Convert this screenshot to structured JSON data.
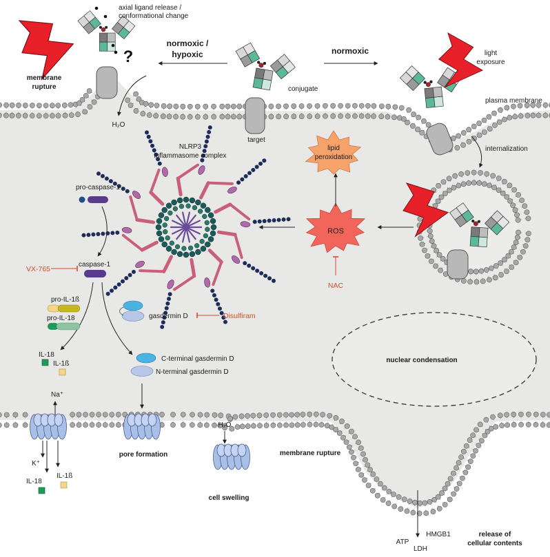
{
  "labels": {
    "axial_ligand": [
      "axial ligand release /",
      "conformational change"
    ],
    "normoxic_hypoxic": [
      "normoxic /",
      "hypoxic"
    ],
    "normoxic": "normoxic",
    "light_exposure": [
      "light",
      "exposure"
    ],
    "membrane_rupture_top": [
      "membrane",
      "rupture"
    ],
    "question": "?",
    "conjugate": "conjugate",
    "target": "target",
    "plasma_membrane": "plasma membrane",
    "water_top": "H₂O",
    "nlrp3": [
      "NLRP3",
      "inflammasome complex"
    ],
    "lipid_peroxidation": [
      "lipid",
      "peroxidation"
    ],
    "internalization": "internalization",
    "pro_caspase": "pro-caspase-1",
    "ros": "ROS",
    "vx765": "VX-765",
    "caspase": "caspase-1",
    "nac": "NAC",
    "pro_il1b": "pro-IL-1ß",
    "pro_il18": "pro-IL-18",
    "gasdermin_d": "gasdermin D",
    "disulfiram": "Disulfiram",
    "il18": "IL-18",
    "il1b": "IL-1ß",
    "c_terminal": "C-terminal gasdermin D",
    "n_terminal": "N-terminal gasdermin D",
    "nuclear_condensation": "nuclear condensation",
    "na": "Na⁺",
    "k": "K⁺",
    "il18_out": "IL-18",
    "il1b_out": "IL-1ß",
    "pore_formation": "pore formation",
    "water_bottom": "H₂O",
    "cell_swelling": "cell swelling",
    "membrane_rupture_bottom": "membrane rupture",
    "atp": "ATP",
    "hmgb1": "HMGB1",
    "ldh": "LDH",
    "release": [
      "release of",
      "cellular contents"
    ]
  },
  "colors": {
    "cytoplasm": "#e8e8e6",
    "lipid_head": "#a8a8a8",
    "antibody_green": "#5bb89a",
    "antibody_gray": "#8a8a8a",
    "lightning_red": "#e8202a",
    "ros_fill": "#f2655a",
    "lipid_perox_fill": "#f5a36b",
    "inhibitor_red": "#e0452b",
    "caspase_purple": "#5a3a8a",
    "gsdm_blue": "#4bb3e0",
    "gsdm_lavender": "#b8c6e8",
    "il18_green": "#1e9a5a",
    "il1b_yellow": "#f5d58a",
    "pro_il1b_olive": "#c8b820",
    "pore_blue": "#a8bfe8",
    "nlrp3_pink": "#c9607a",
    "nlrp3_dots": "#1e2c5a",
    "nlrp3_center": "#6a4a9a"
  }
}
